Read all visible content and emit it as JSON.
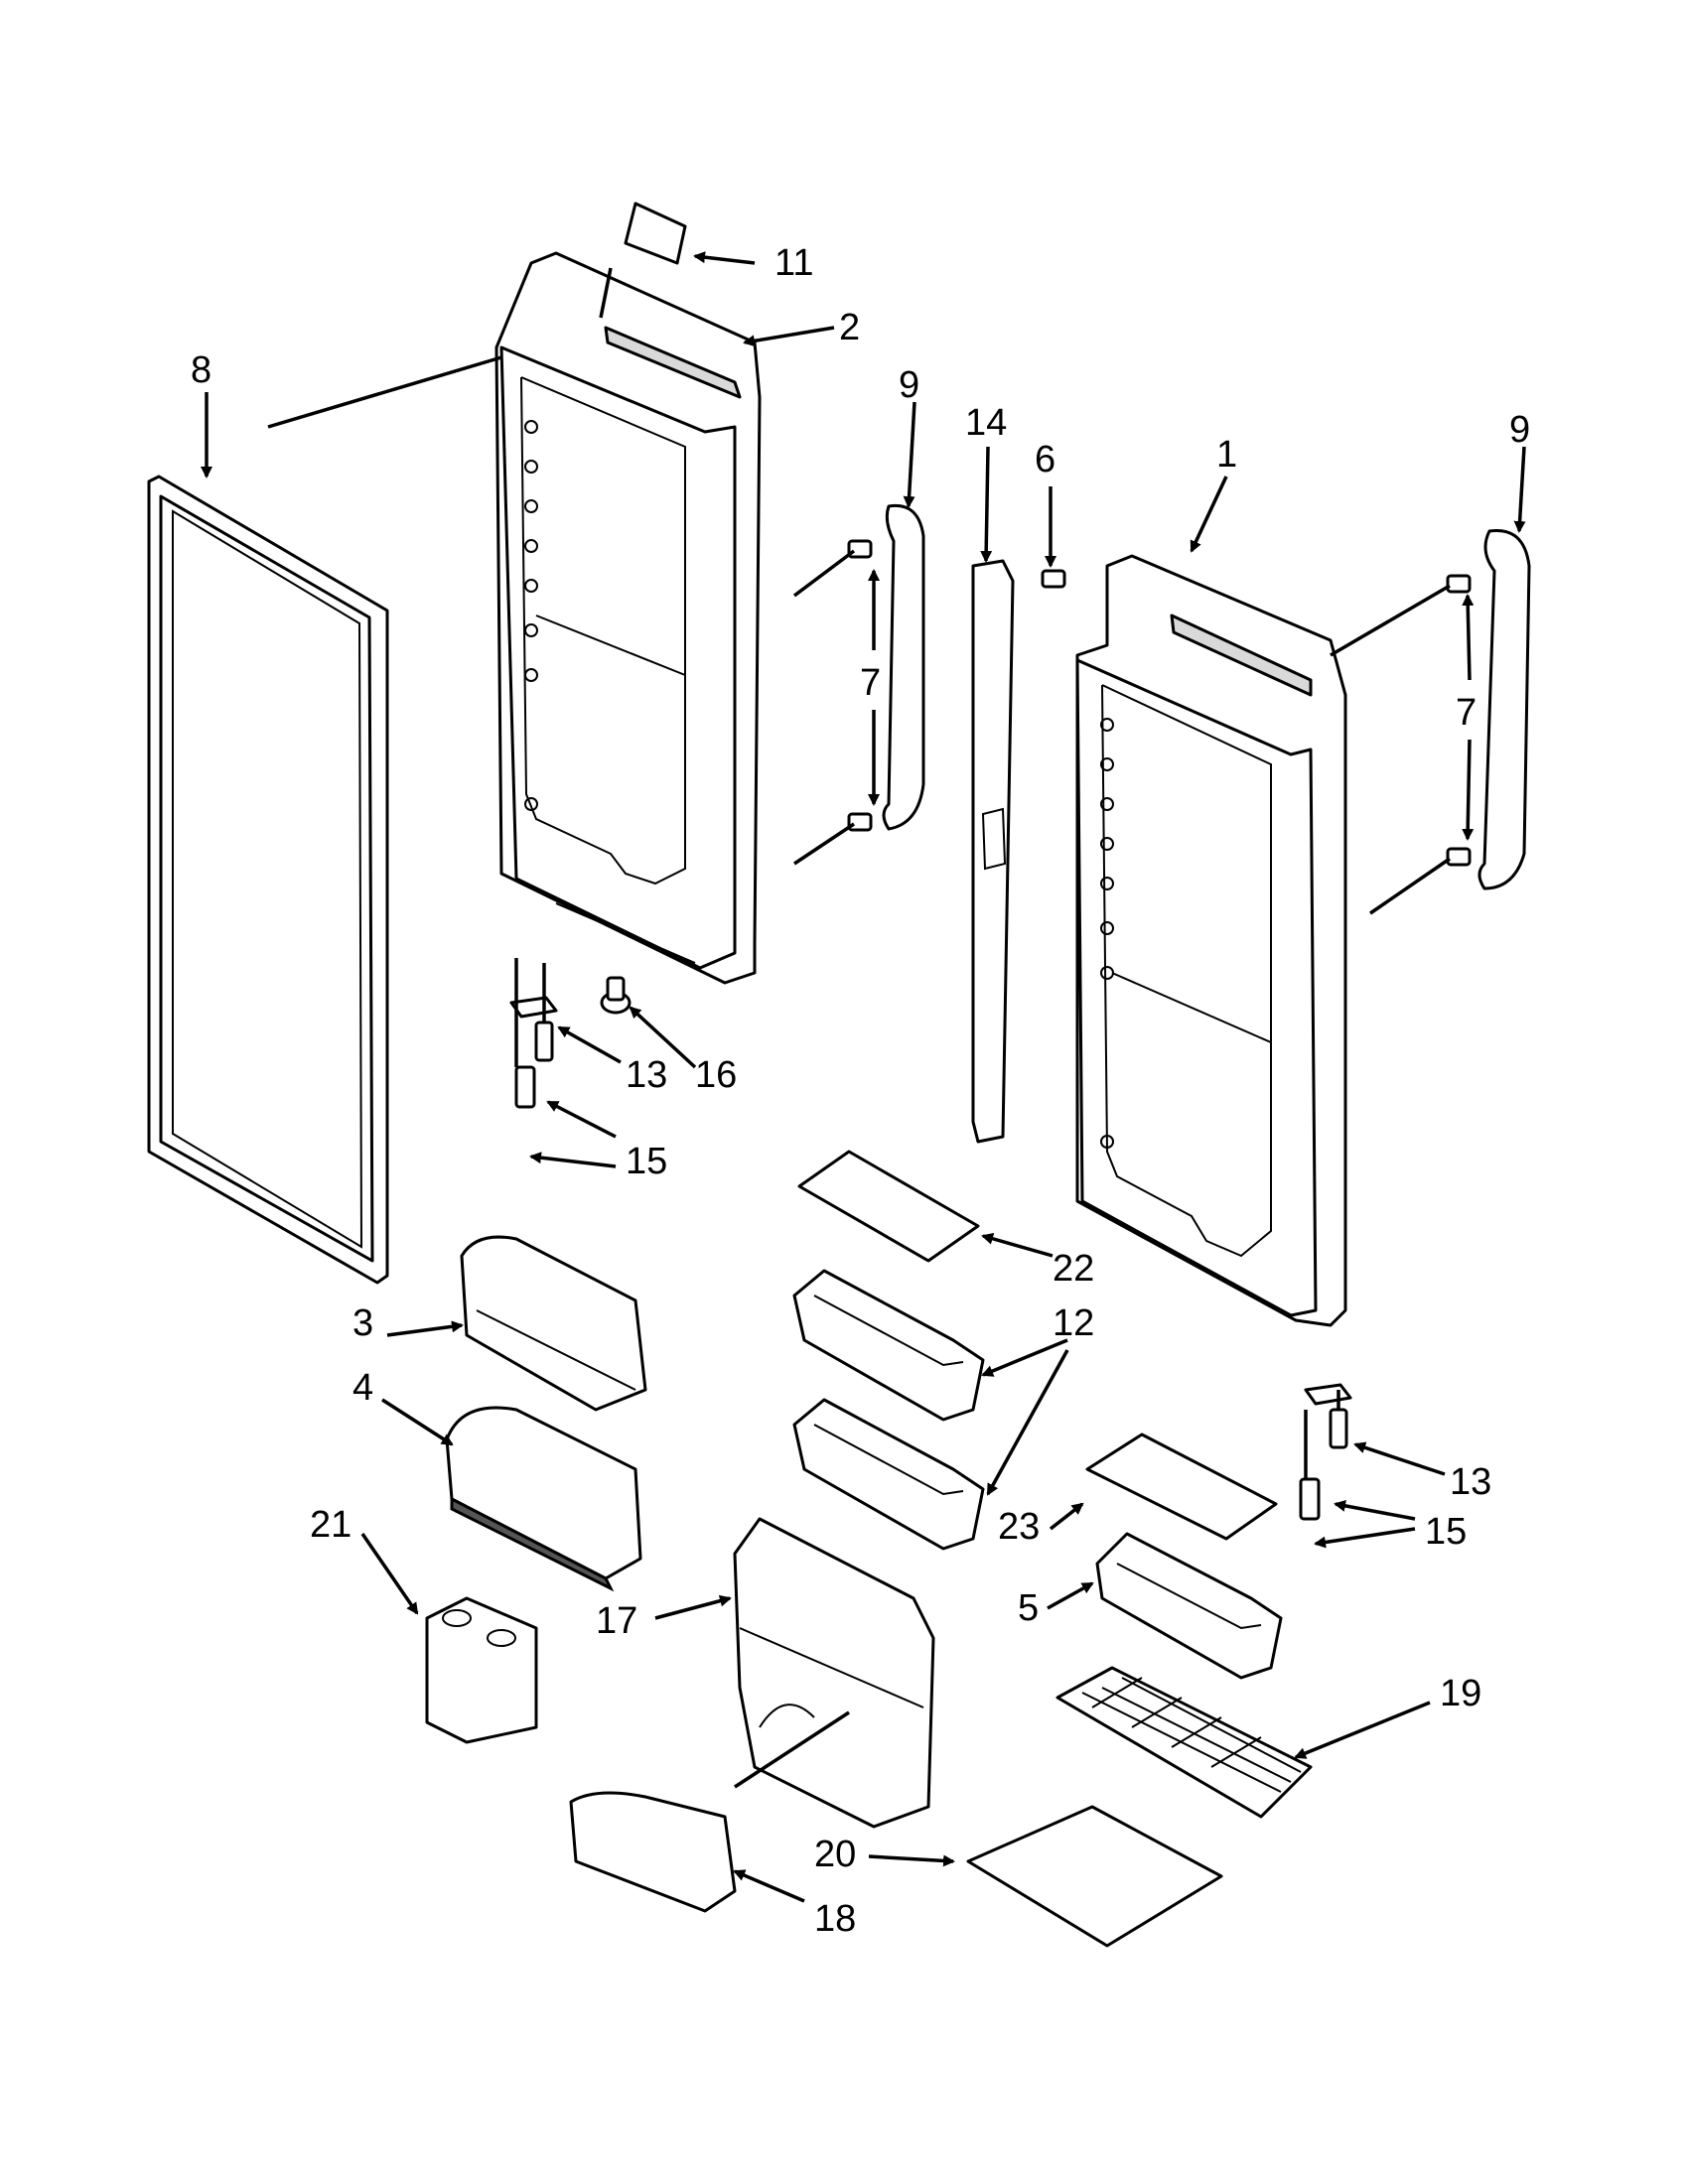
{
  "diagram": {
    "callouts": [
      "11",
      "2",
      "8",
      "9",
      "14",
      "6",
      "1",
      "9",
      "7",
      "7",
      "13",
      "16",
      "15",
      "22",
      "12",
      "3",
      "4",
      "13",
      "15",
      "23",
      "21",
      "5",
      "17",
      "19",
      "20",
      "18"
    ]
  },
  "colors": {
    "line": "#000000",
    "fill": "#ffffff",
    "shade": "#d9d9d9"
  }
}
